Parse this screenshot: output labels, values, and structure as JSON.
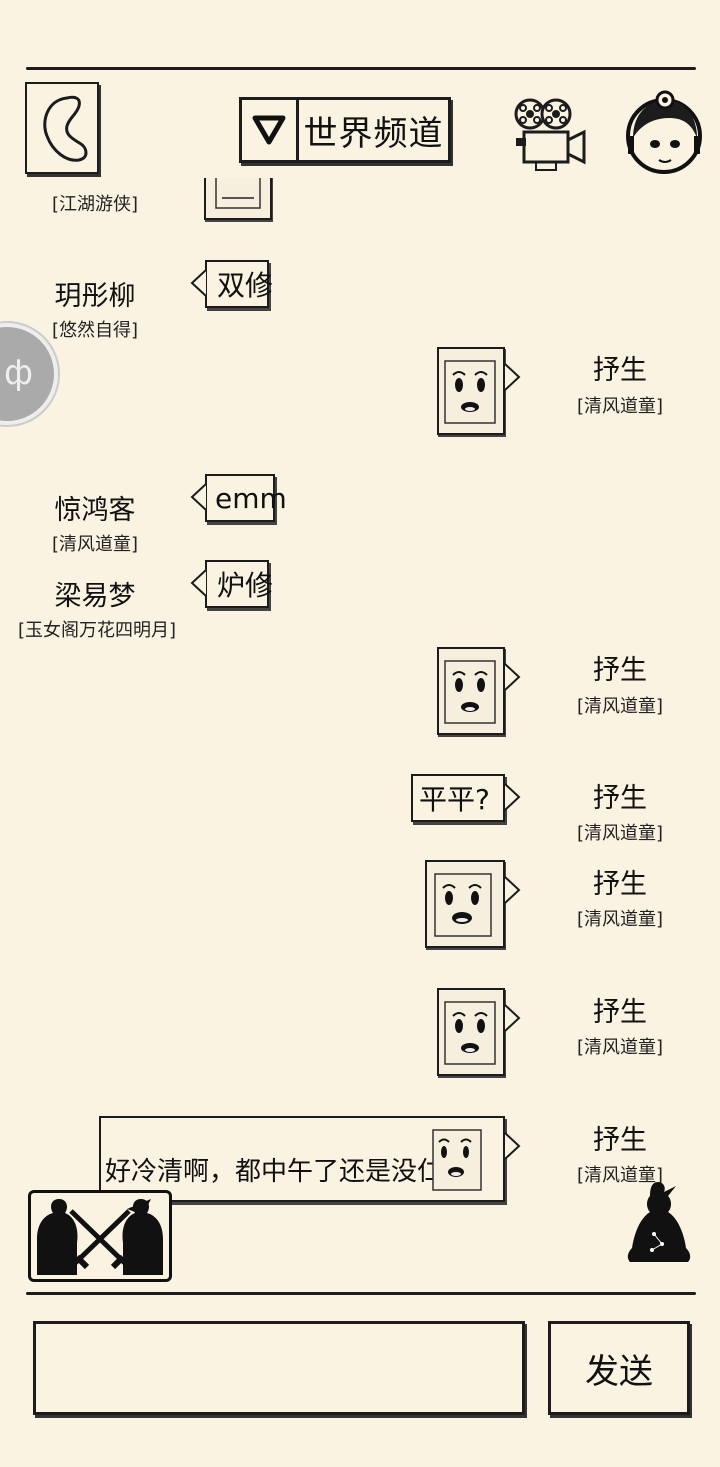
{
  "header": {
    "channel_title": "世界频道",
    "back_icon": "back-arrow-icon",
    "projector_icon": "movie-projector-icon",
    "avatar_icon": "girl-avatar-icon"
  },
  "messages": [
    {
      "side": "left",
      "name": "",
      "title": "[江湖游侠]",
      "type": "emoji"
    },
    {
      "side": "left",
      "name": "玥彤柳",
      "title": "[悠然自得]",
      "type": "text",
      "text": "双修"
    },
    {
      "side": "right",
      "name": "抒生",
      "title": "[清风道童]",
      "type": "emoji"
    },
    {
      "side": "left",
      "name": "惊鸿客",
      "title": "[清风道童]",
      "type": "text",
      "text": "emm"
    },
    {
      "side": "left",
      "name": "梁易梦",
      "title": "[玉女阁万花四明月]",
      "type": "text",
      "text": "炉修"
    },
    {
      "side": "right",
      "name": "抒生",
      "title": "[清风道童]",
      "type": "emoji"
    },
    {
      "side": "right",
      "name": "抒生",
      "title": "[清风道童]",
      "type": "text",
      "text": "平平?"
    },
    {
      "side": "right",
      "name": "抒生",
      "title": "[清风道童]",
      "type": "emoji"
    },
    {
      "side": "right",
      "name": "抒生",
      "title": "[清风道童]",
      "type": "emoji"
    },
    {
      "side": "right",
      "name": "抒生",
      "title": "[清风道童]",
      "type": "text_emoji",
      "text": "好冷清啊，都中午了还是没仁"
    }
  ],
  "footer": {
    "input_value": "",
    "input_placeholder": "",
    "send_label": "发送"
  }
}
